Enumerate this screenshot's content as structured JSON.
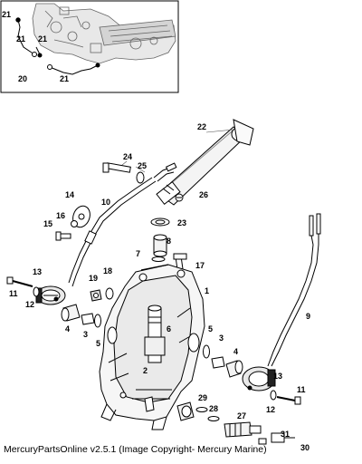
{
  "inset_callouts": [
    "21",
    "21",
    "21",
    "20",
    "21"
  ],
  "main_callouts": [
    "22",
    "24",
    "25",
    "26",
    "14",
    "10",
    "23",
    "16",
    "15",
    "8",
    "7",
    "17",
    "13",
    "11",
    "12",
    "19",
    "18",
    "1",
    "9",
    "4",
    "3",
    "5",
    "6",
    "5",
    "3",
    "4",
    "2",
    "13",
    "11",
    "12",
    "29",
    "28",
    "27",
    "31",
    "30"
  ],
  "caption": "MercuryPartsOnline v2.5.1 (Image Copyright- Mercury Marine)"
}
